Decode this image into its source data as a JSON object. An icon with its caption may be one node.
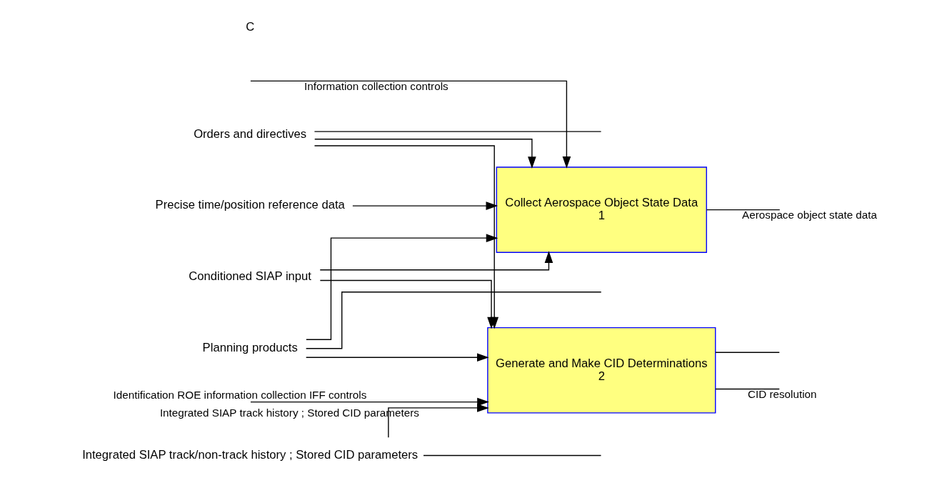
{
  "diagram": {
    "nodes": [
      {
        "text": [
          "Collect Aerospace Object State Data",
          "1"
        ]
      },
      {
        "text": [
          "Generate and Make CID Determinations",
          "2"
        ]
      },
      {
        "text": [
          "Orders and directives"
        ]
      },
      {
        "text": [
          "Planning products"
        ]
      },
      {
        "text": [
          "Precise time/position reference data"
        ]
      },
      {
        "text": [
          "Conditioned SIAP input"
        ]
      },
      {
        "text": [
          "Integrated SIAP track/non-track history ; Stored CID parameters"
        ]
      }
    ],
    "edges": [
      {
        "from": 2,
        "to": 0,
        "arrow": "to"
      },
      {
        "from": 2,
        "to": 1,
        "arrow": "to"
      },
      {
        "from": 2,
        "to": null,
        "arrow": "none"
      },
      {
        "from": 3,
        "to": 0,
        "arrow": "to"
      },
      {
        "from": 3,
        "to": 1,
        "arrow": "to"
      },
      {
        "from": 3,
        "to": null,
        "arrow": "none"
      },
      {
        "from": null,
        "to": 0,
        "arrow": "to",
        "label": "Information collection controls"
      },
      {
        "from": null,
        "to": 1,
        "arrow": "to",
        "label": "Identification ROE information collection IFF controls"
      },
      {
        "from": 4,
        "to": 0,
        "arrow": "to"
      },
      {
        "from": 5,
        "to": 0,
        "arrow": "to"
      },
      {
        "from": 5,
        "to": 1,
        "arrow": "to"
      },
      {
        "from": 0,
        "to": null,
        "arrow": "none",
        "label": "Aerospace object state data"
      },
      {
        "from": 1,
        "to": null,
        "arrow": "none",
        "label": "CID resolution"
      },
      {
        "from": 1,
        "to": null,
        "arrow": "none"
      },
      {
        "from": 6,
        "to": 1,
        "arrow": "to",
        "label": "Integrated SIAP track history ; Stored CID parameters"
      },
      {
        "from": 6,
        "to": null,
        "arrow": "none"
      }
    ],
    "labels": [
      "C"
    ]
  }
}
